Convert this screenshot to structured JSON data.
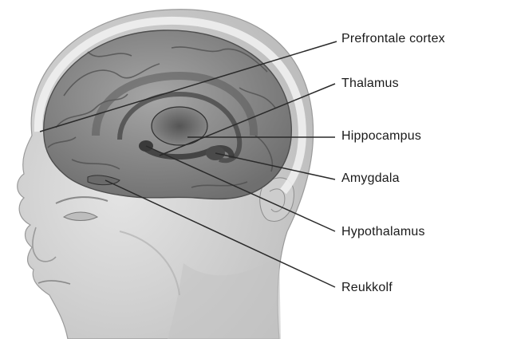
{
  "labels": {
    "prefrontal_cortex": "Prefrontale cortex",
    "thalamus": "Thalamus",
    "hippocampus": "Hippocampus",
    "amygdala": "Amygdala",
    "hypothalamus": "Hypothalamus",
    "olfactory_bulb": "Reukkolf"
  },
  "colors": {
    "background": "#ffffff",
    "skin": "#d6d6d6",
    "skin_shadow": "#b8b8b8",
    "brain": "#8f8f8f",
    "brain_dark": "#5e5e5e",
    "leader_line": "#2a2a2a",
    "label_text": "#1a1a1a"
  }
}
